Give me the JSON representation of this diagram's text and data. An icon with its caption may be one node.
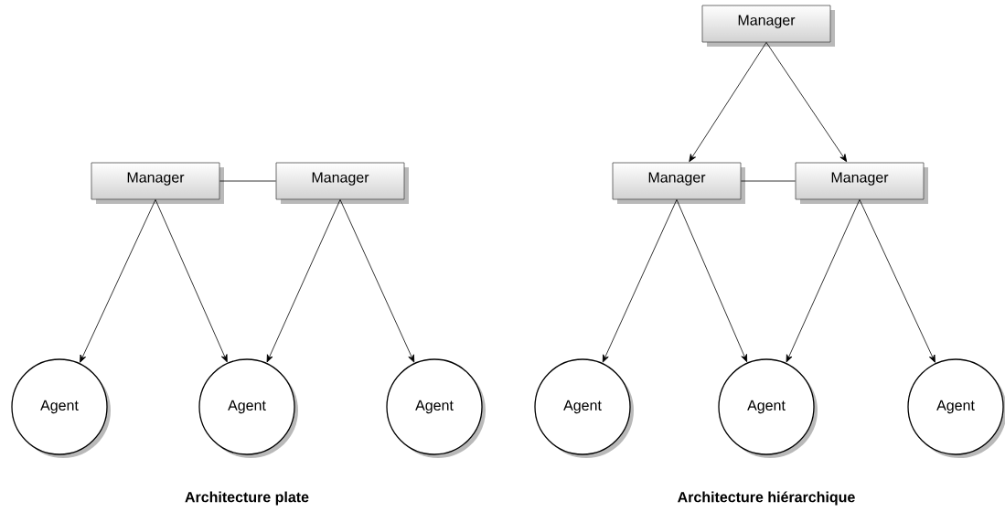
{
  "diagram": {
    "nodes": [
      {
        "text": [
          "Manager"
        ]
      },
      {
        "text": [
          "Manager"
        ]
      },
      {
        "text": [
          "Agent"
        ]
      },
      {
        "text": [
          "Agent"
        ]
      },
      {
        "text": [
          "Agent"
        ]
      },
      {
        "text": [
          "Manager"
        ]
      },
      {
        "text": [
          "Manager"
        ]
      },
      {
        "text": [
          "Manager"
        ]
      },
      {
        "text": [
          "Agent"
        ]
      },
      {
        "text": [
          "Agent"
        ]
      },
      {
        "text": [
          "Agent"
        ]
      }
    ],
    "edges": [
      {
        "from": 0,
        "to": 1,
        "arrow": "none"
      },
      {
        "from": 0,
        "to": 2,
        "arrow": "to"
      },
      {
        "from": 0,
        "to": 3,
        "arrow": "to"
      },
      {
        "from": 1,
        "to": 3,
        "arrow": "to"
      },
      {
        "from": 1,
        "to": 4,
        "arrow": "to"
      },
      {
        "from": 5,
        "to": 6,
        "arrow": "to"
      },
      {
        "from": 5,
        "to": 7,
        "arrow": "to"
      },
      {
        "from": 6,
        "to": 7,
        "arrow": "none"
      },
      {
        "from": 6,
        "to": 8,
        "arrow": "to"
      },
      {
        "from": 6,
        "to": 9,
        "arrow": "to"
      },
      {
        "from": 7,
        "to": 9,
        "arrow": "to"
      },
      {
        "from": 7,
        "to": 10,
        "arrow": "to"
      }
    ],
    "labels": [
      "Architecture plate",
      "Architecture hiérarchique"
    ]
  }
}
